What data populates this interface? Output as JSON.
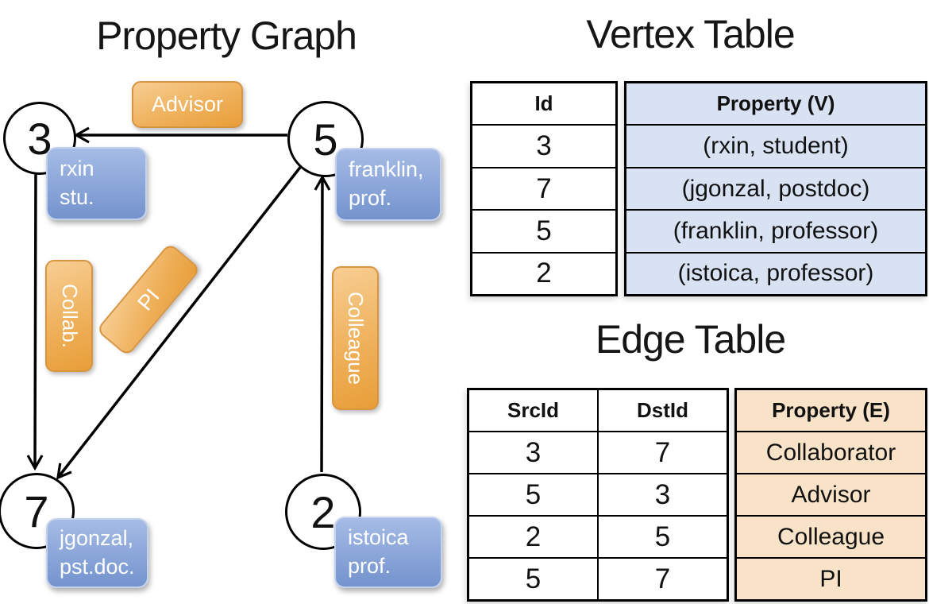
{
  "titles": {
    "graph": "Property Graph",
    "vertex_table": "Vertex Table",
    "edge_table": "Edge Table"
  },
  "graph": {
    "nodes": [
      {
        "id": "3"
      },
      {
        "id": "5"
      },
      {
        "id": "7"
      },
      {
        "id": "2"
      }
    ],
    "vertex_labels": [
      {
        "line1": "rxin",
        "line2": "stu."
      },
      {
        "line1": "franklin,",
        "line2": "prof."
      },
      {
        "line1": "jgonzal,",
        "line2": "pst.doc."
      },
      {
        "line1": "istoica",
        "line2": "prof."
      }
    ],
    "edge_labels": {
      "advisor": "Advisor",
      "collab": "Collab.",
      "pi": "PI",
      "colleague": "Colleague"
    }
  },
  "vertex_table": {
    "columns": {
      "id": "Id",
      "property": "Property (V)"
    },
    "rows": [
      {
        "id": "3",
        "property": "(rxin, student)"
      },
      {
        "id": "7",
        "property": "(jgonzal, postdoc)"
      },
      {
        "id": "5",
        "property": "(franklin, professor)"
      },
      {
        "id": "2",
        "property": "(istoica, professor)"
      }
    ]
  },
  "edge_table": {
    "columns": {
      "src": "SrcId",
      "dst": "DstId",
      "property": "Property (E)"
    },
    "rows": [
      {
        "src": "3",
        "dst": "7",
        "property": "Collaborator"
      },
      {
        "src": "5",
        "dst": "3",
        "property": "Advisor"
      },
      {
        "src": "2",
        "dst": "5",
        "property": "Colleague"
      },
      {
        "src": "5",
        "dst": "7",
        "property": "PI"
      }
    ]
  },
  "colors": {
    "edge_label_orange": "#EFA94A",
    "vertex_label_blue": "#84A3D6",
    "vertex_property_fill": "#D9E2F3",
    "edge_property_fill": "#F8E3C8",
    "line_black": "#000000"
  }
}
